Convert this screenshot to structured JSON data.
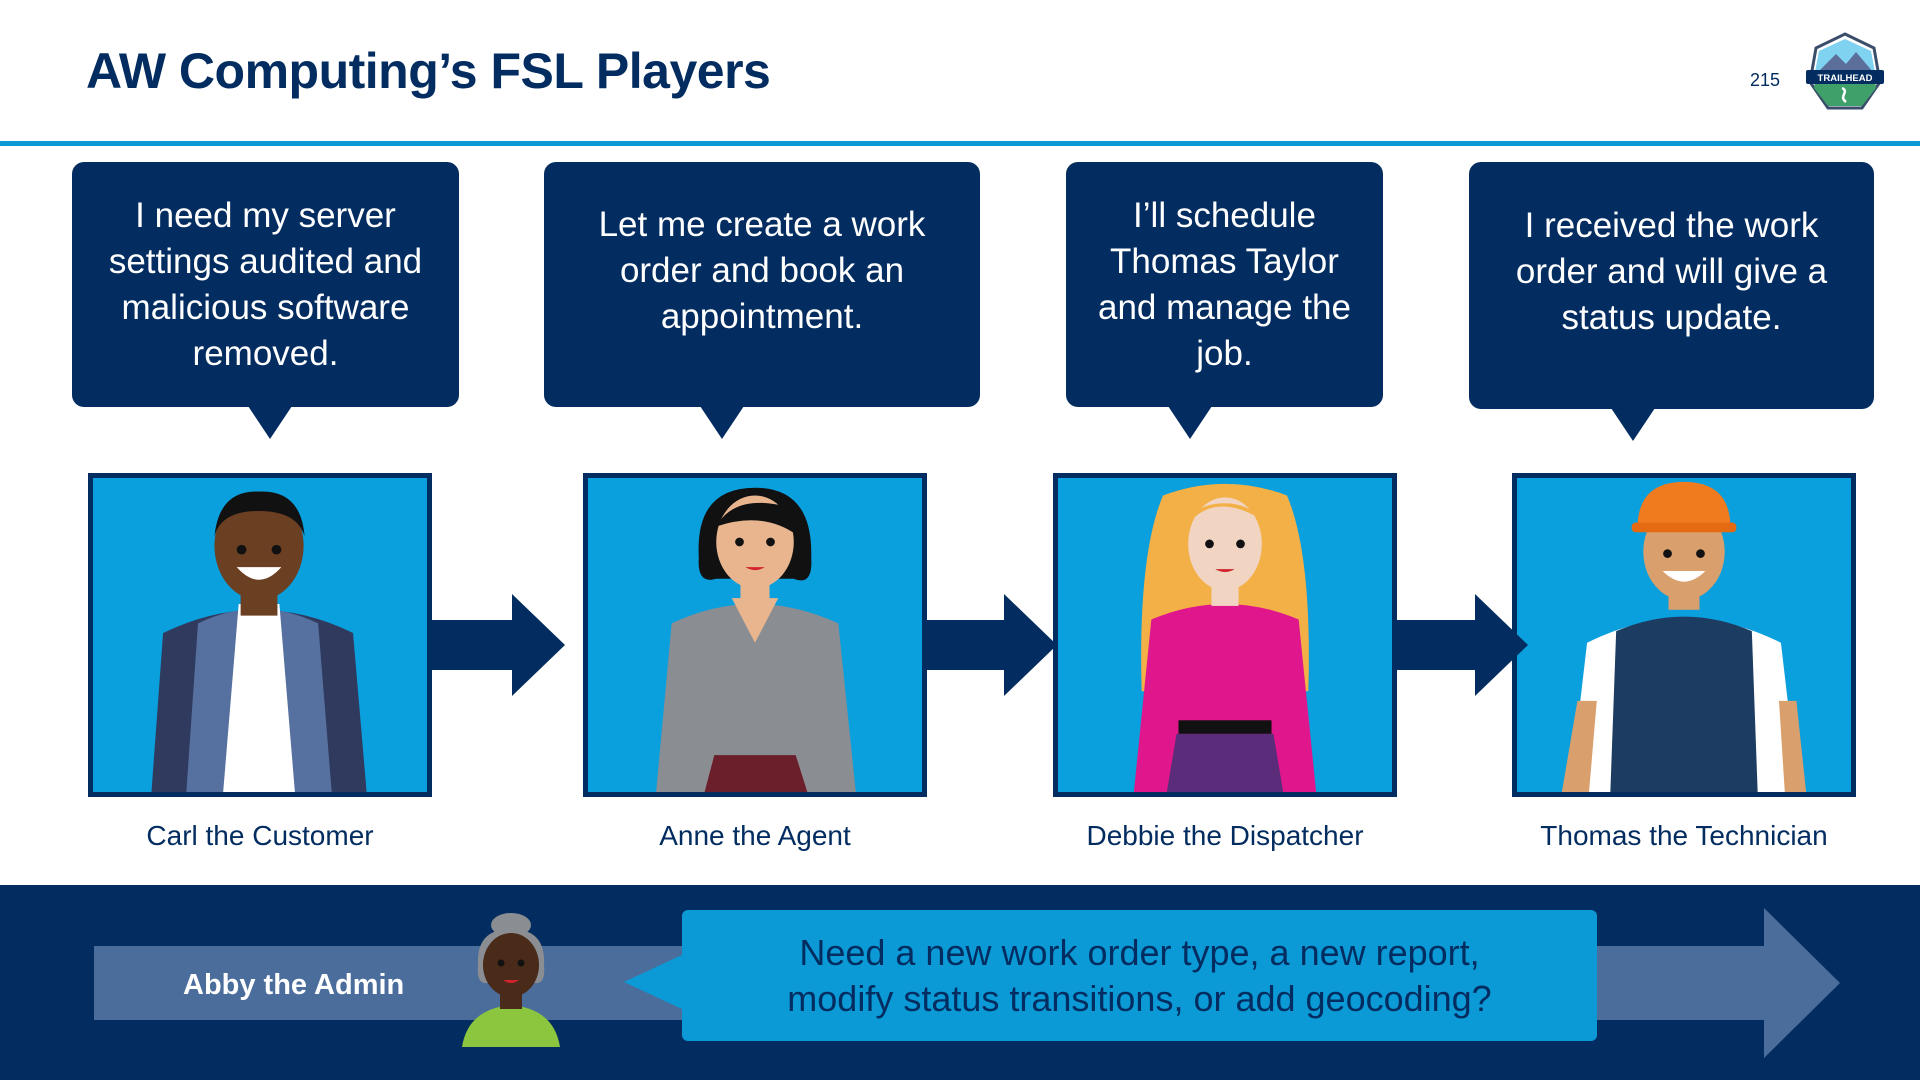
{
  "slide": {
    "title": "AW Computing’s FSL Players",
    "page_number": "215",
    "logo_text": "TRAILHEAD"
  },
  "players": [
    {
      "quote": "I need my server settings audited and malicious software removed.",
      "name": "Carl the Customer"
    },
    {
      "quote": "Let me create a work order and book an appointment.",
      "name": "Anne the Agent"
    },
    {
      "quote": "I’ll schedule Thomas Taylor and manage the job.",
      "name": "Debbie the Dispatcher"
    },
    {
      "quote": "I received the work order and will give a status update.",
      "name": "Thomas the Technician"
    }
  ],
  "admin": {
    "name": "Abby the Admin",
    "callout": "Need a new work order type, a new report, modify status transitions, or add geocoding?"
  },
  "colors": {
    "navy": "#032d60",
    "sky": "#0a9fdd",
    "accent_rule": "#0b9ad6",
    "band_arrow": "#4a6d9c"
  },
  "icons": [
    "trailhead-logo-icon",
    "right-arrow-icon",
    "customer-avatar",
    "agent-avatar",
    "dispatcher-avatar",
    "technician-avatar",
    "admin-avatar"
  ]
}
